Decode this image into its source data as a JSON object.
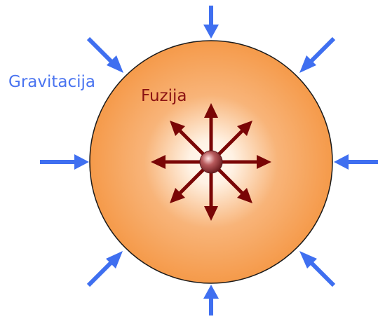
{
  "labels": {
    "gravity": "Gravitacija",
    "fusion": "Fuzija"
  },
  "colors": {
    "gravity_arrow": "#3f6ff0",
    "gravity_text": "#4a74f0",
    "fusion_arrow": "#7a0606",
    "fusion_text": "#8b1313",
    "star_outer": "#f59a4a",
    "star_inner": "#fff8f0",
    "star_outline": "#1a1a1a",
    "core": "#a8474a"
  },
  "arrows": {
    "gravity_count": 8,
    "fusion_count": 8
  }
}
